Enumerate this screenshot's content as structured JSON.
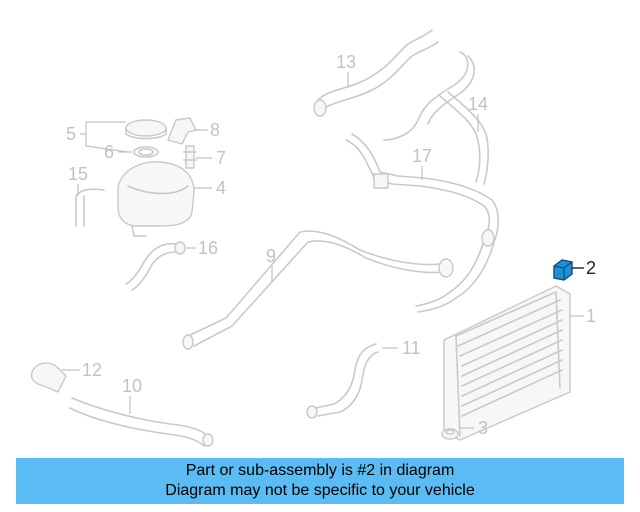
{
  "callouts": {
    "c1": "1",
    "c2": "2",
    "c3": "3",
    "c4": "4",
    "c5": "5",
    "c6": "6",
    "c7": "7",
    "c8": "8",
    "c9": "9",
    "c10": "10",
    "c11": "11",
    "c12": "12",
    "c13": "13",
    "c14": "14",
    "c15": "15",
    "c16": "16",
    "c17": "17"
  },
  "highlight": {
    "part": "2",
    "color": "#1f8fd6"
  },
  "banner": {
    "line1": "Part or sub-assembly is #2 in diagram",
    "line2": "Diagram may not be specific to your vehicle",
    "color": "#5bbcf3"
  }
}
